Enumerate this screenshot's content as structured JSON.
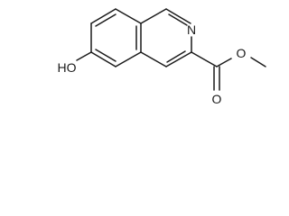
{
  "molecule": {
    "atom_labels": {
      "nitrogen": "N",
      "hydroxyl": "HO",
      "carbonyl_oxygen": "O",
      "ester_oxygen": "O"
    }
  }
}
